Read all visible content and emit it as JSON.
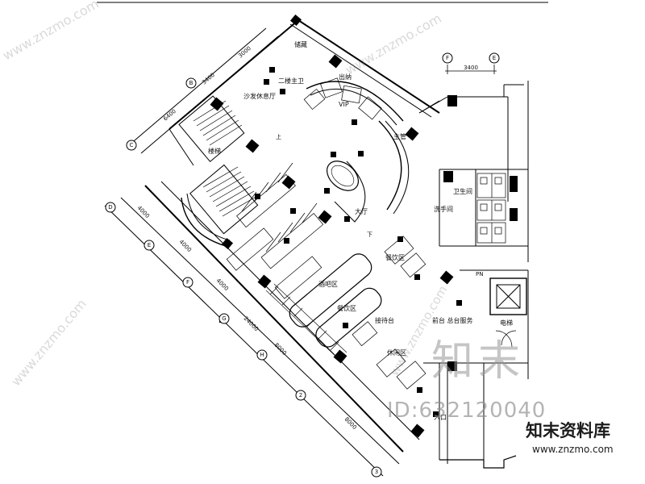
{
  "plan": {
    "rooms": {
      "pantry": "储藏",
      "office_top": "二楼主卫",
      "lounge": "沙发休息厅",
      "vip": "VIP",
      "cashier": "出纳",
      "manager": "主管",
      "restroom": "卫生间",
      "washroom": "洗手间",
      "lobby": "大厅",
      "bar": "酒吧区",
      "dining_a": "餐饮区",
      "dining_b": "餐饮区",
      "seating": "休闲区",
      "counter": "接待台",
      "entrance": "入口",
      "lift": "电梯",
      "stair_label": "楼梯",
      "reception": "前台 总台服务"
    },
    "dimensions": {
      "top_a": "3000",
      "top_b": "3400",
      "top_c": "6400",
      "left_a": "4000",
      "left_b": "4000",
      "left_c": "4000",
      "left_d": "24000",
      "bottom_a": "8000",
      "bottom_b": "8000",
      "right_grid": "3400"
    },
    "grid_markers": {
      "g1": "B",
      "g2": "C",
      "g3": "D",
      "g4": "E",
      "g5": "F",
      "g6": "G",
      "g7": "H",
      "g8": "2",
      "g9": "3",
      "r1": "F",
      "r2": "E"
    },
    "small": {
      "stairs_up": "上",
      "stairs_dn": "下",
      "pn": "PN"
    }
  },
  "watermark": {
    "brand": "知末",
    "id": "ID:632120040",
    "cn": "知末资料库",
    "url": "www.znzmo.com",
    "diag": "www.znzmo.com"
  }
}
